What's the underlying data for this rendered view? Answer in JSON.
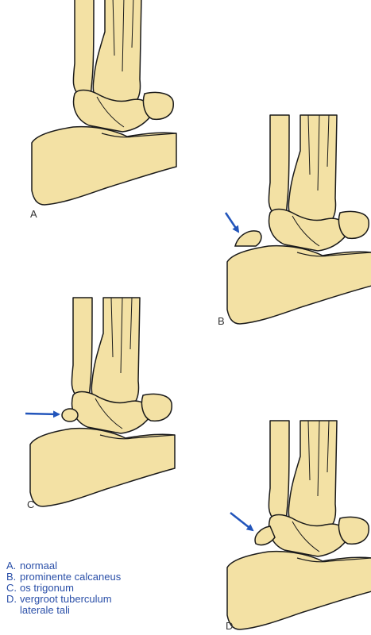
{
  "panels": [
    {
      "letter": "A",
      "has_arrow": false
    },
    {
      "letter": "B",
      "has_arrow": true
    },
    {
      "letter": "C",
      "has_arrow": true
    },
    {
      "letter": "D",
      "has_arrow": true
    }
  ],
  "legend": [
    {
      "key": "A.",
      "text": "normaal"
    },
    {
      "key": "B.",
      "text": "prominente calcaneus"
    },
    {
      "key": "C.",
      "text": "os trigonum"
    },
    {
      "key": "D.",
      "text": "vergroot tuberculum\nlaterale tali"
    }
  ],
  "colors": {
    "bone_fill": "#f3e1a4",
    "bone_stroke": "#1a1a1a",
    "arrow": "#2255bb",
    "legend_text": "#2a4fa8"
  }
}
